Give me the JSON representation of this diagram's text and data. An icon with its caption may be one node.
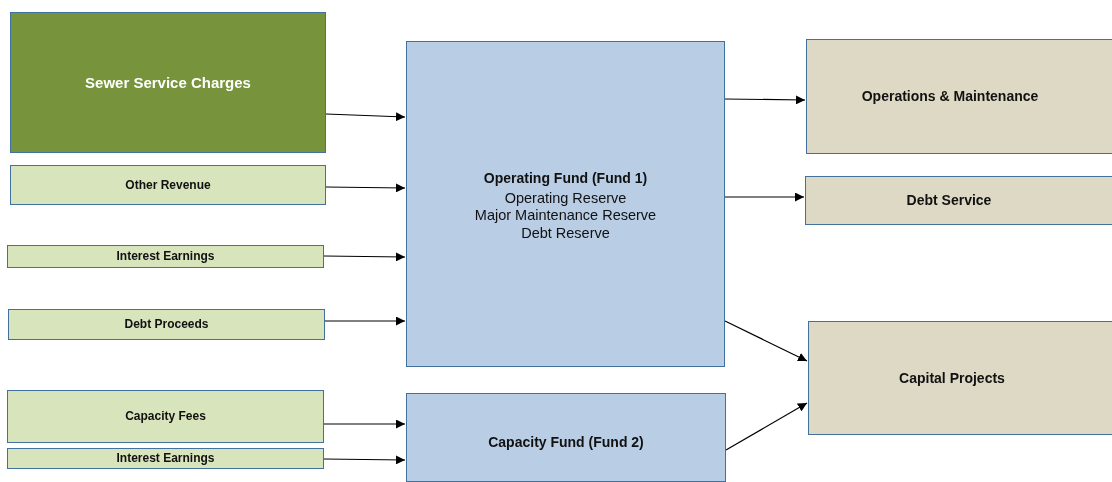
{
  "diagram": {
    "nodes": [
      {
        "text": [
          "Sewer Service Charges"
        ]
      },
      {
        "text": [
          "Other Revenue"
        ]
      },
      {
        "text": [
          "Interest Earnings"
        ]
      },
      {
        "text": [
          "Debt Proceeds"
        ]
      },
      {
        "text": [
          "Capacity Fees"
        ]
      },
      {
        "text": [
          "Interest Earnings"
        ]
      },
      {
        "text": [
          "Operating Fund (Fund 1)",
          "Operating Reserve",
          "Major Maintenance Reserve",
          "Debt Reserve"
        ]
      },
      {
        "text": [
          "Capacity Fund (Fund 2)"
        ]
      },
      {
        "text": [
          "Operations & Maintenance"
        ]
      },
      {
        "text": [
          "Debt Service"
        ]
      },
      {
        "text": [
          "Capital Projects"
        ]
      }
    ],
    "edges": [
      {
        "from": 0,
        "to": 6,
        "arrow": "to"
      },
      {
        "from": 1,
        "to": 6,
        "arrow": "to"
      },
      {
        "from": 2,
        "to": 6,
        "arrow": "to"
      },
      {
        "from": 3,
        "to": 6,
        "arrow": "to"
      },
      {
        "from": 4,
        "to": 7,
        "arrow": "to"
      },
      {
        "from": 5,
        "to": 7,
        "arrow": "to"
      },
      {
        "from": 6,
        "to": 8,
        "arrow": "to"
      },
      {
        "from": 6,
        "to": 9,
        "arrow": "to"
      },
      {
        "from": 6,
        "to": 10,
        "arrow": "to"
      },
      {
        "from": 7,
        "to": 10,
        "arrow": "to"
      }
    ]
  }
}
